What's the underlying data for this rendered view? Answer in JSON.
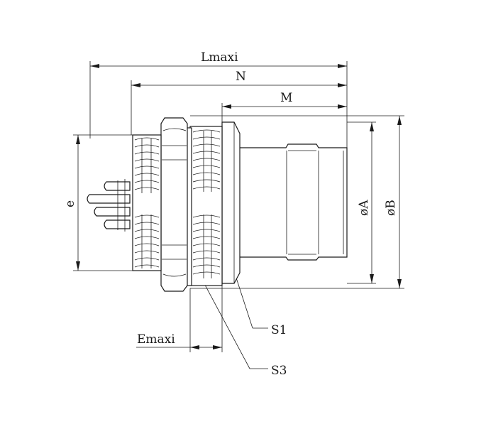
{
  "labels": {
    "lmaxi": "Lmaxi",
    "n": "N",
    "m": "M",
    "e": "e",
    "dia_a": "øA",
    "dia_b": "øB",
    "s1": "S1",
    "s3": "S3",
    "emaxi": "Emaxi"
  },
  "colors": {
    "ink": "#1a1a1a",
    "paper": "#ffffff"
  }
}
